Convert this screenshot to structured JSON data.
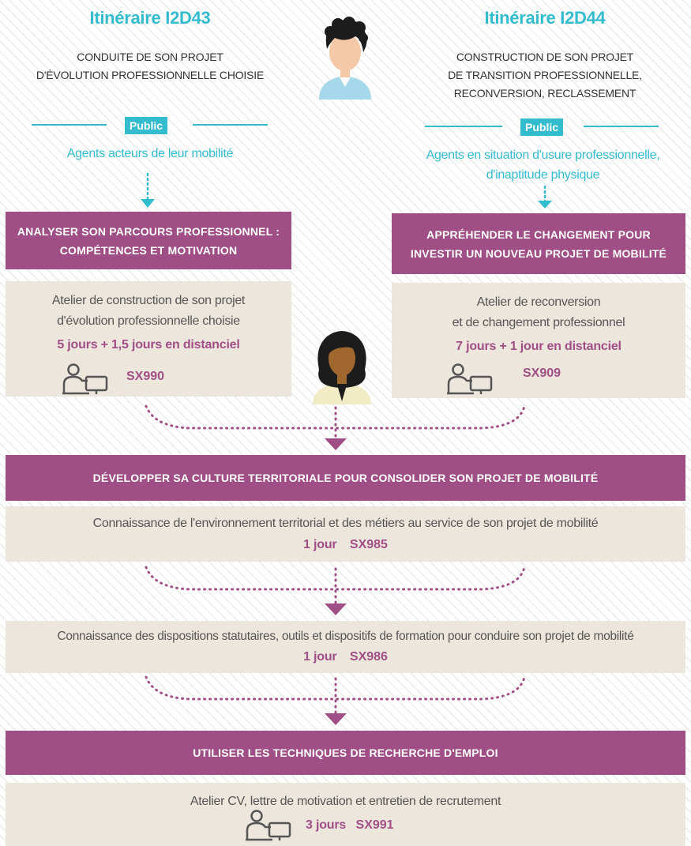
{
  "itinerary_left": {
    "title": "Itinéraire I2D43",
    "desc_line1": "CONDUITE DE SON PROJET",
    "desc_line2": "D'ÉVOLUTION PROFESSIONNELLE CHOISIE",
    "public_label": "Public",
    "audience": "Agents acteurs de leur mobilité",
    "bar_line1": "ANALYSER SON PARCOURS PROFESSIONNEL :",
    "bar_line2": "COMPÉTENCES ET MOTIVATION",
    "course_line1": "Atelier de construction de son projet",
    "course_line2": "d'évolution professionnelle choisie",
    "duration": "5 jours + 1,5 jours en distanciel",
    "code": "SX990"
  },
  "itinerary_right": {
    "title": "Itinéraire I2D44",
    "desc_line1": "CONSTRUCTION DE SON PROJET",
    "desc_line2": "DE TRANSITION PROFESSIONNELLE,",
    "desc_line3": "RECONVERSION, RECLASSEMENT",
    "public_label": "Public",
    "audience_line1": "Agents en situation d'usure professionnelle,",
    "audience_line2": "d'inaptitude physique",
    "bar_line1": "APPRÉHENDER LE CHANGEMENT POUR",
    "bar_line2": "INVESTIR UN NOUVEAU PROJET DE MOBILITÉ",
    "course_line1": "Atelier de reconversion",
    "course_line2": "et de changement professionnel",
    "duration": "7 jours + 1 jour en distanciel",
    "code": "SX909"
  },
  "step_culture": {
    "bar": "DÉVELOPPER SA CULTURE TERRITORIALE POUR CONSOLIDER SON PROJET DE MOBILITÉ",
    "course": "Connaissance de l'environnement territorial et des métiers au service de son projet de mobilité",
    "duration": "1 jour",
    "code": "SX985"
  },
  "step_statut": {
    "course": "Connaissance des dispositions statutaires, outils et dispositifs de formation pour conduire son projet de mobilité",
    "duration": "1 jour",
    "code": "SX986"
  },
  "step_emploi": {
    "bar": "UTILISER LES TECHNIQUES DE RECHERCHE D'EMPLOI",
    "course": "Atelier CV, lettre de motivation et entretien de recrutement",
    "duration": "3 jours",
    "code": "SX991"
  },
  "icons": {
    "male_avatar": "man-avatar-icon",
    "female_avatar": "woman-avatar-icon",
    "distance": "person-computer-icon"
  },
  "colors": {
    "cyan": "#33bccd",
    "purple": "#a04f86",
    "beige": "#ede6dd"
  }
}
